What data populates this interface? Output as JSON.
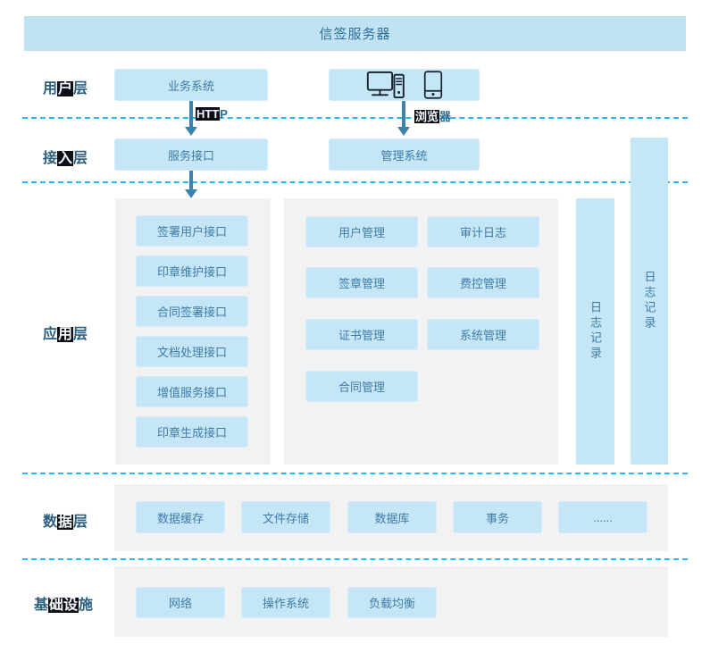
{
  "title": "信签服务器",
  "colors": {
    "banner_fill": "#c0e2f3",
    "box_fill": "#c5e6f6",
    "box_text": "#3e7ca6",
    "panel_background": "#f2f2f3",
    "dashed_line": "#29b6f2",
    "arrow": "#3e81aa",
    "layer_label_text": "#2c5f80",
    "highlight_background": "#0e0e16",
    "highlight_text": "#f2f8fc",
    "icon_stroke": "#15222e"
  },
  "layer_labels": {
    "user": {
      "pre": "用",
      "hl": "户",
      "post": "层"
    },
    "access": {
      "pre": "接",
      "hl": "入",
      "post": "层"
    },
    "app": {
      "pre": "应",
      "hl": "用",
      "post": "层"
    },
    "data": {
      "pre": "数",
      "hl": "据",
      "post": "层"
    },
    "infra": {
      "pre": "基",
      "hl": "础设",
      "post": "施"
    }
  },
  "connectors": {
    "http": {
      "hl": "HTT",
      "post": "P"
    },
    "browser": {
      "hl": "浏览",
      "post": "器"
    }
  },
  "user_layer": {
    "business_system": "业务系统",
    "device_icons": [
      "desktop-computer-icon",
      "smartphone-icon"
    ]
  },
  "access_layer": {
    "service_interface": "服务接口",
    "management_system": "管理系统"
  },
  "app_layer": {
    "interfaces": [
      "签署用户接口",
      "印章维护接口",
      "合同签署接口",
      "文档处理接口",
      "增值服务接口",
      "印章生成接口"
    ],
    "modules": [
      "用户管理",
      "审计日志",
      "签章管理",
      "费控管理",
      "证书管理",
      "系统管理",
      "合同管理"
    ],
    "log_bars": [
      "日志记录",
      "日志记录"
    ]
  },
  "data_layer": {
    "items": [
      "数据缓存",
      "文件存储",
      "数据库",
      "事务",
      "......"
    ]
  },
  "infra_layer": {
    "items": [
      "网络",
      "操作系统",
      "负载均衡"
    ]
  }
}
